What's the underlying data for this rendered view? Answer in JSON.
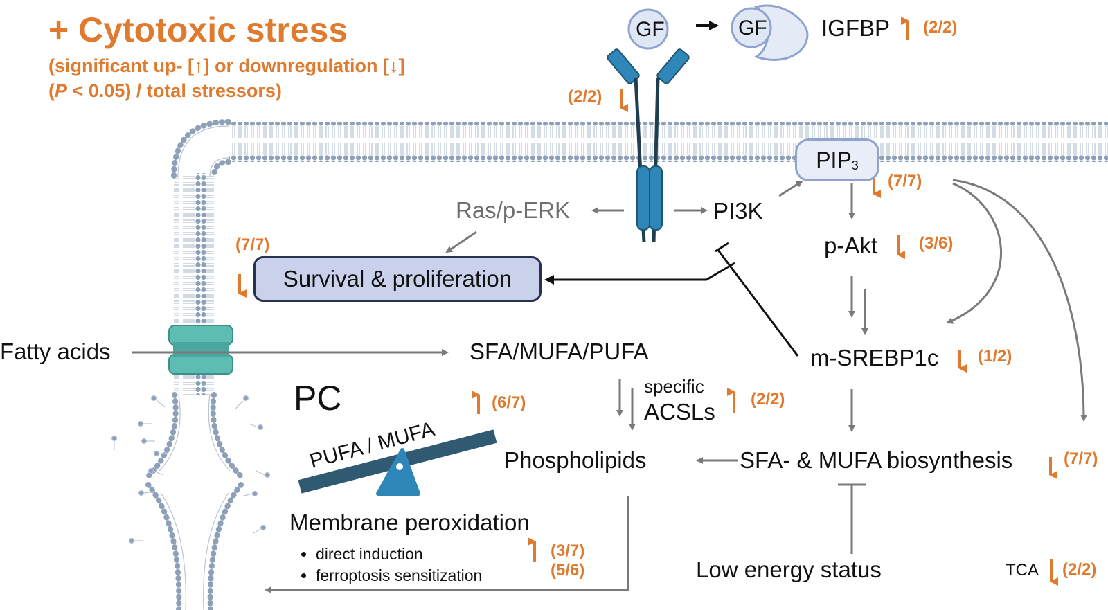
{
  "title": "+ Cytotoxic stress",
  "subtitle_line1": "(significant up- [↑] or downregulation [↓]",
  "subtitle_line2_italic": "P",
  "subtitle_line2_rest": " < 0.05) / total stressors)",
  "labels": {
    "gf": "GF",
    "gf_bound": "GF",
    "igfbp": "IGFBP",
    "pip3_main": "PIP",
    "pip3_sub": "3",
    "ras": "Ras/p-ERK",
    "pi3k": "PI3K",
    "pakt": "p-Akt",
    "survival": "Survival & proliferation",
    "fatty_acids": "Fatty acids",
    "sfa_mufa_pufa": "SFA/MUFA/PUFA",
    "srebp": "m-SREBP1c",
    "specific": "specific",
    "acsls": "ACSLs",
    "pc": "PC",
    "seesaw": "PUFA / MUFA",
    "phospholipids": "Phospholipids",
    "biosynthesis": "SFA- & MUFA biosynthesis",
    "membrane_perox": "Membrane peroxidation",
    "bullet1": "direct induction",
    "bullet2": "ferroptosis sensitization",
    "low_energy": "Low energy status",
    "tca": "TCA"
  },
  "counts": {
    "igfbp": "(2/2)",
    "receptor": "(2/2)",
    "pip3": "(7/7)",
    "pakt": "(3/6)",
    "survival": "(7/7)",
    "srebp": "(1/2)",
    "acsls": "(2/2)",
    "pufa_mufa": "(6/7)",
    "biosynthesis": "(7/7)",
    "direct": "(3/7)",
    "ferroptosis": "(5/6)",
    "tca": "(2/2)"
  },
  "colors": {
    "accent_orange": "#e07a2e",
    "receptor_blue": "#2f86b8",
    "membrane_gray": "#9fb0c6",
    "channel_teal": "#5dbdb3",
    "box_fill": "#c9d2ea"
  }
}
